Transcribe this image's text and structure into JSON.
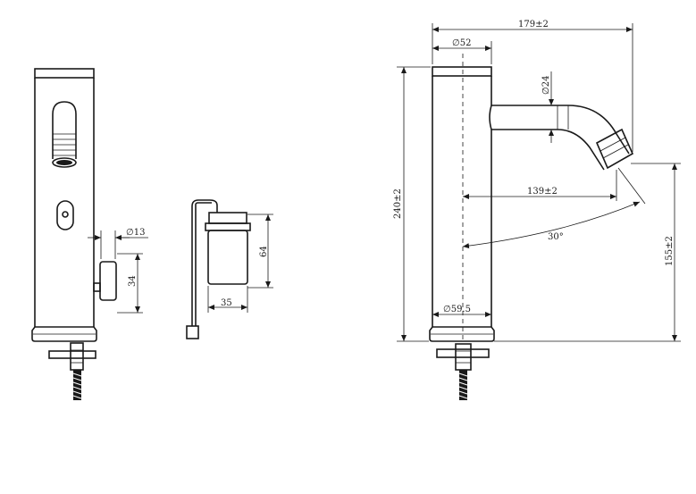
{
  "drawing": {
    "dimensions": {
      "overall_width": "179±2",
      "body_diameter": "∅52",
      "spout_diameter": "∅24",
      "total_height": "240±2",
      "spout_reach": "139±2",
      "spout_angle": "30°",
      "outlet_height": "155±2",
      "base_diameter": "∅59.5",
      "handle_diameter": "∅13",
      "handle_length": "34",
      "box_height": "64",
      "box_width": "35"
    }
  }
}
